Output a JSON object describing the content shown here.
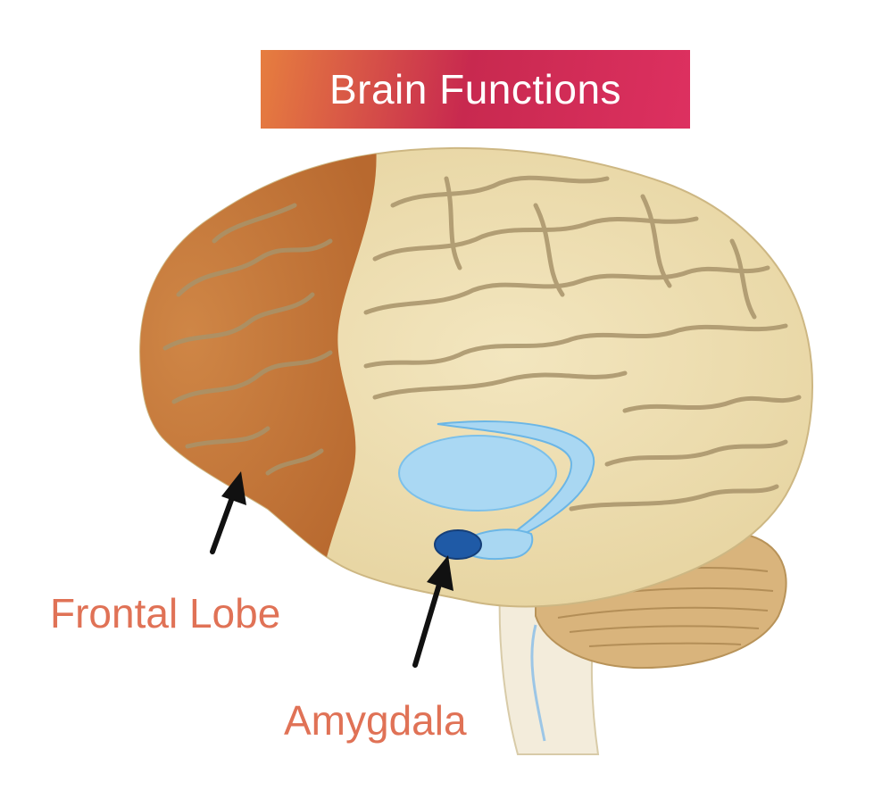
{
  "title": "Brain Functions",
  "labels": {
    "frontal_lobe": "Frontal Lobe",
    "amygdala": "Amygdala"
  },
  "colors": {
    "banner_orange": "#e67e3f",
    "banner_crimson": "#c8294f",
    "banner_pink": "#dd3060",
    "label_text": "#e07256",
    "frontal_lobe": "#c0743a",
    "brain_tan": "#eddcad",
    "sulci": "#a8936a",
    "ventricle": "#a9d7f2",
    "ventricle_edge": "#6bb6e6",
    "amygdala": "#1f5aa6",
    "cerebellum": "#d9b47c",
    "brainstem": "#f3ecdb",
    "arrow": "#111111"
  },
  "icons": {
    "frontal_arrow": "arrow-up-right-icon",
    "amygdala_arrow": "arrow-up-right-icon"
  }
}
